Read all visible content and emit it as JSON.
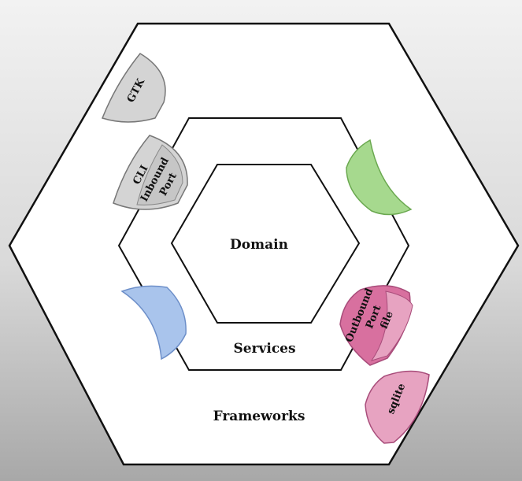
{
  "layers": {
    "outer": "Frameworks",
    "middle": "Services",
    "inner": "Domain"
  },
  "adapters": {
    "gtk": "GTK",
    "cli": "CLI",
    "inbound_port": [
      "Inbound",
      "Port"
    ],
    "outbound_port": [
      "Outbound",
      "Port",
      "file"
    ],
    "sqlite": "sqlite"
  },
  "colors": {
    "gray_fill": "#d4d4d4",
    "green_fill": "#a6d98e",
    "blue_fill": "#a9c4ec",
    "pink_fill": "#d8709f",
    "pink_light": "#e7a3c1"
  }
}
